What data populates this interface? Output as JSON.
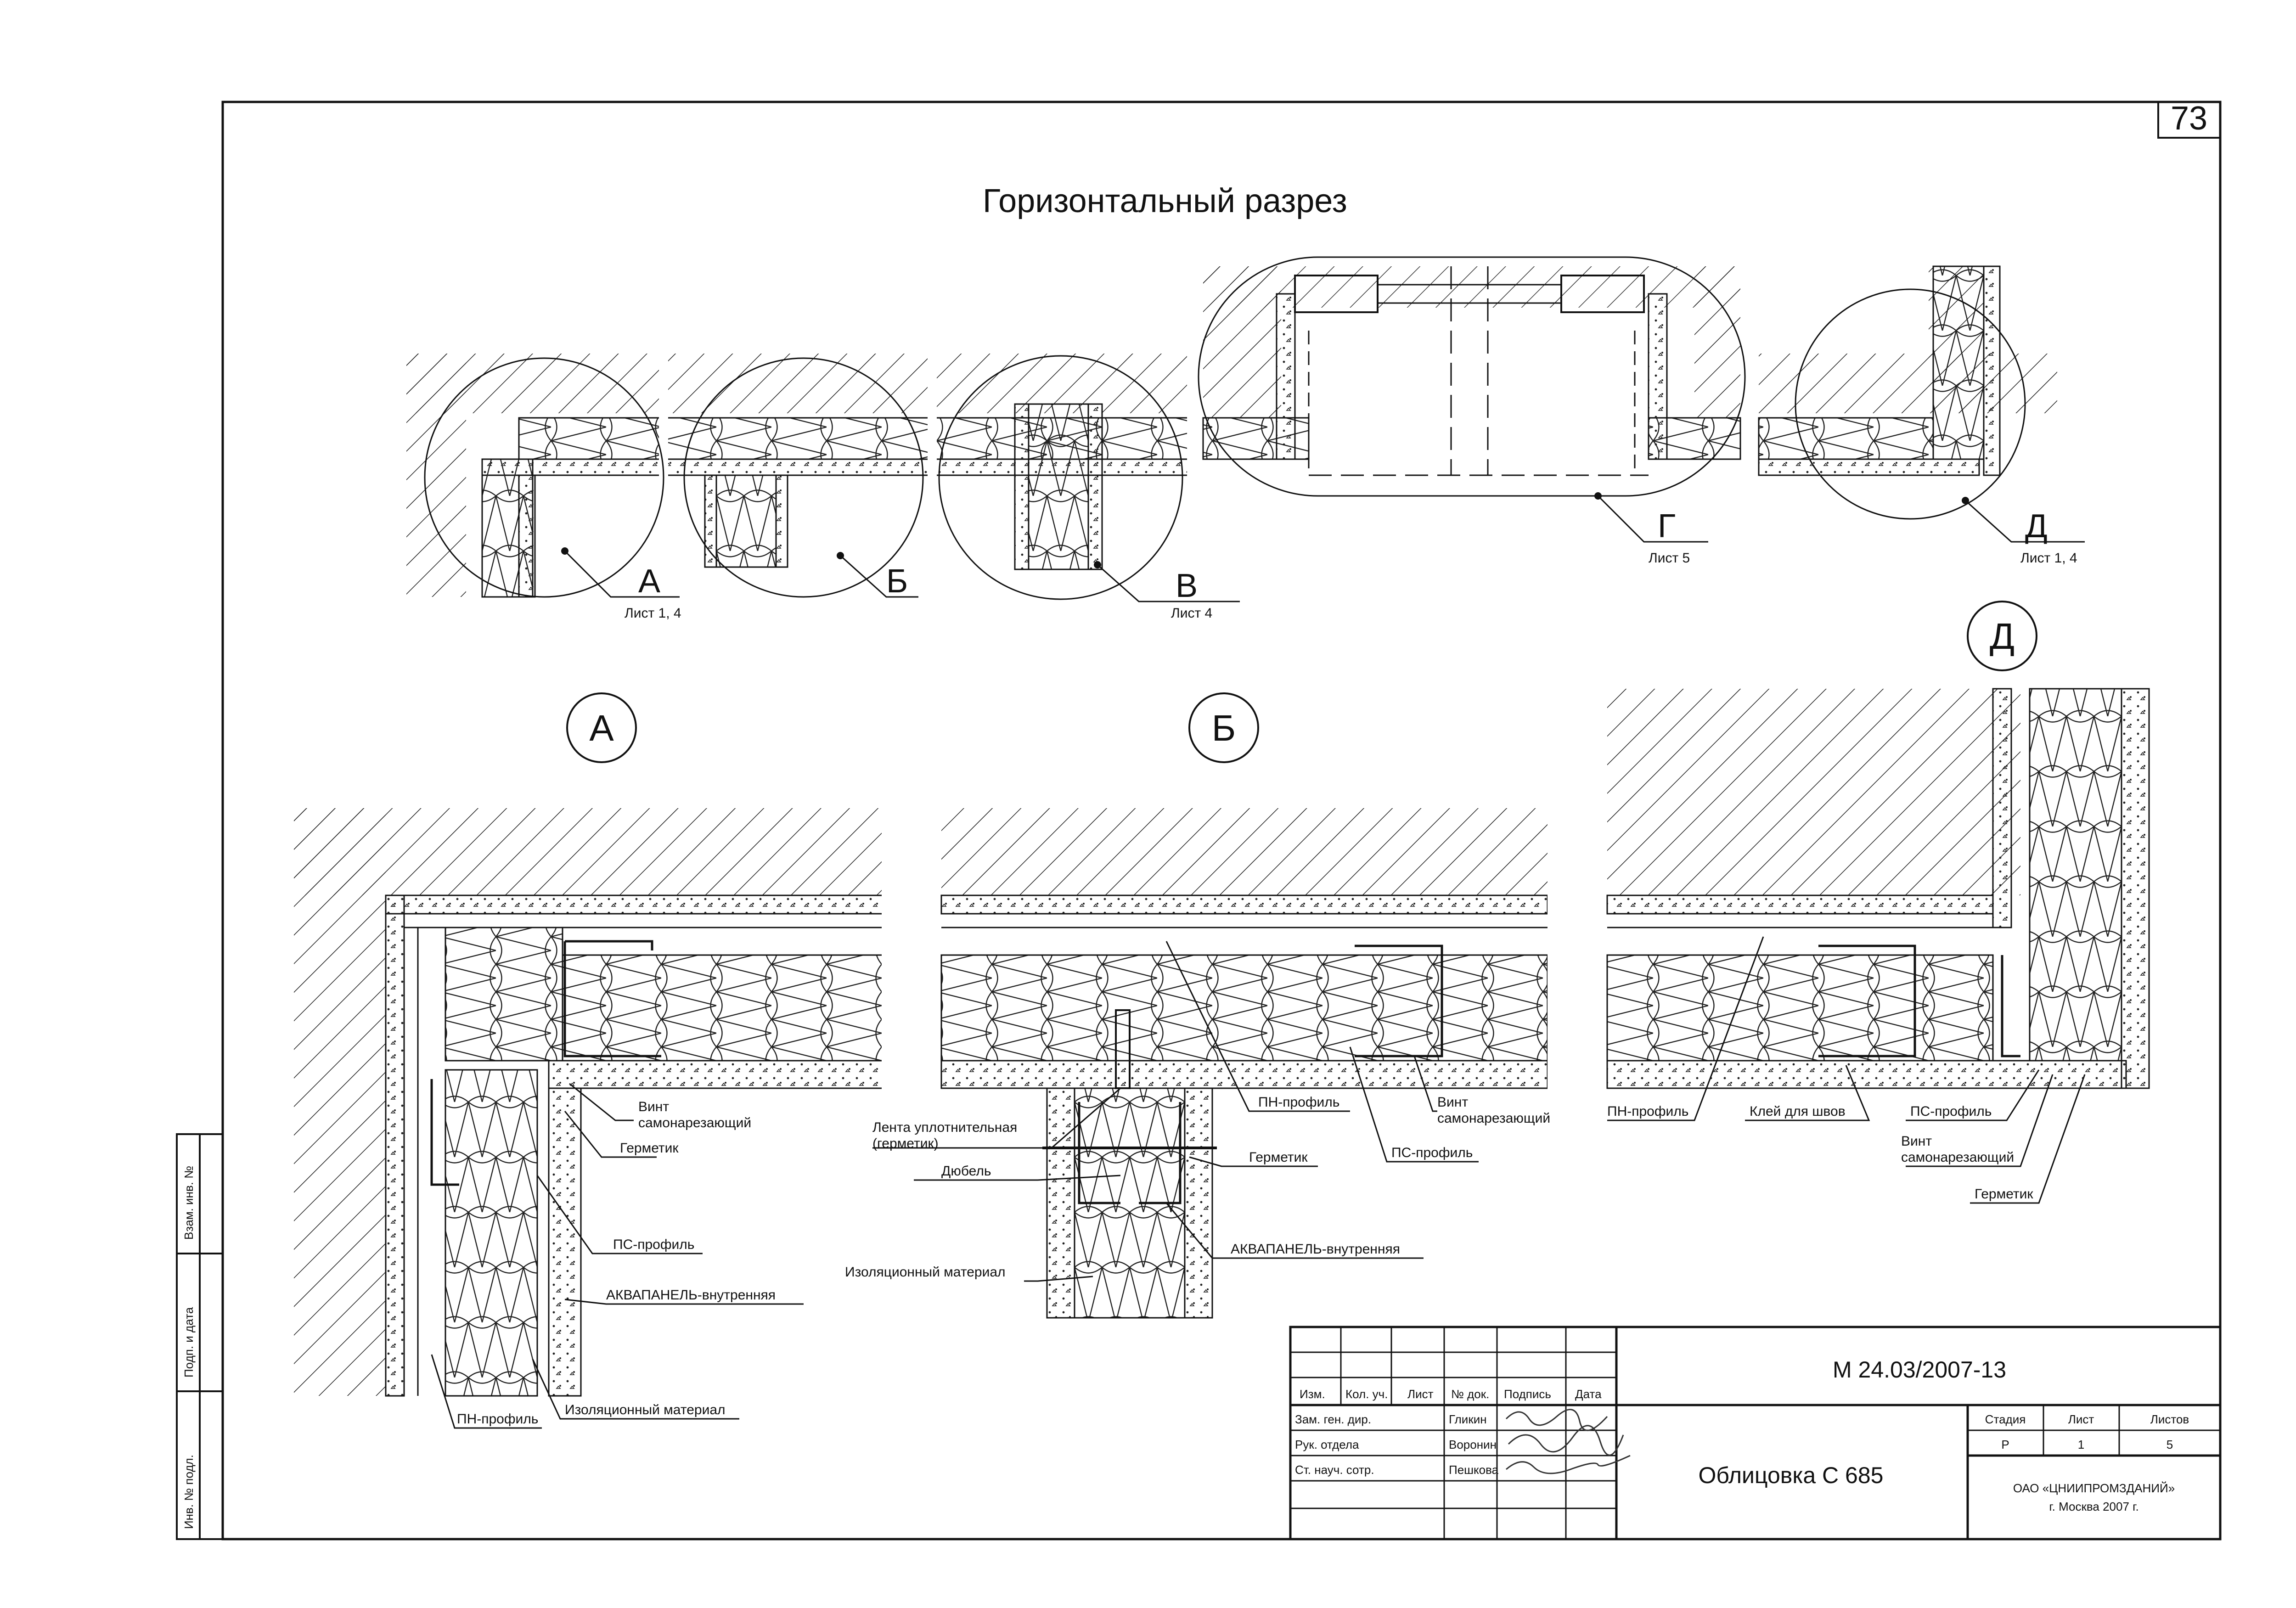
{
  "page_number": "73",
  "title": "Горизонтальный разрез",
  "callouts": [
    {
      "letter": "А",
      "ref": "Лист 1, 4"
    },
    {
      "letter": "Б",
      "ref": ""
    },
    {
      "letter": "В",
      "ref": "Лист 4"
    },
    {
      "letter": "Г",
      "ref": "Лист 5"
    },
    {
      "letter": "Д",
      "ref": "Лист 1, 4"
    }
  ],
  "details": {
    "a": "А",
    "b": "Б",
    "d": "Д"
  },
  "labels": {
    "vint": "Винт",
    "samonarez": "самонарезающий",
    "germetik": "Герметик",
    "ps_profil": "ПС-профиль",
    "akvapanel": "АКВАПАНЕЛЬ-внутренняя",
    "izol": "Изоляционный материал",
    "pn_profil": "ПН-профиль",
    "lenta1": "Лента уплотнительная",
    "lenta2": "(герметик)",
    "dyubel": "Дюбель",
    "klei": "Клей для швов"
  },
  "side_stamp": [
    "Взам. инв. №",
    "Подп. и дата",
    "Инв. № подл."
  ],
  "title_block": {
    "code": "М 24.03/2007-13",
    "name": "Облицовка С 685",
    "headers": [
      "Изм.",
      "Кол. уч.",
      "Лист",
      "№ док.",
      "Подпись",
      "Дата"
    ],
    "rows": [
      {
        "role": "Зам. ген. дир.",
        "name": "Гликин"
      },
      {
        "role": "Рук. отдела",
        "name": "Воронин"
      },
      {
        "role": "Ст. науч. сотр.",
        "name": "Пешкова"
      }
    ],
    "stage_headers": [
      "Стадия",
      "Лист",
      "Листов"
    ],
    "stage_values": [
      "Р",
      "1",
      "5"
    ],
    "org1": "ОАО «ЦНИИПРОМЗДАНИЙ»",
    "org2": "г. Москва 2007 г."
  }
}
